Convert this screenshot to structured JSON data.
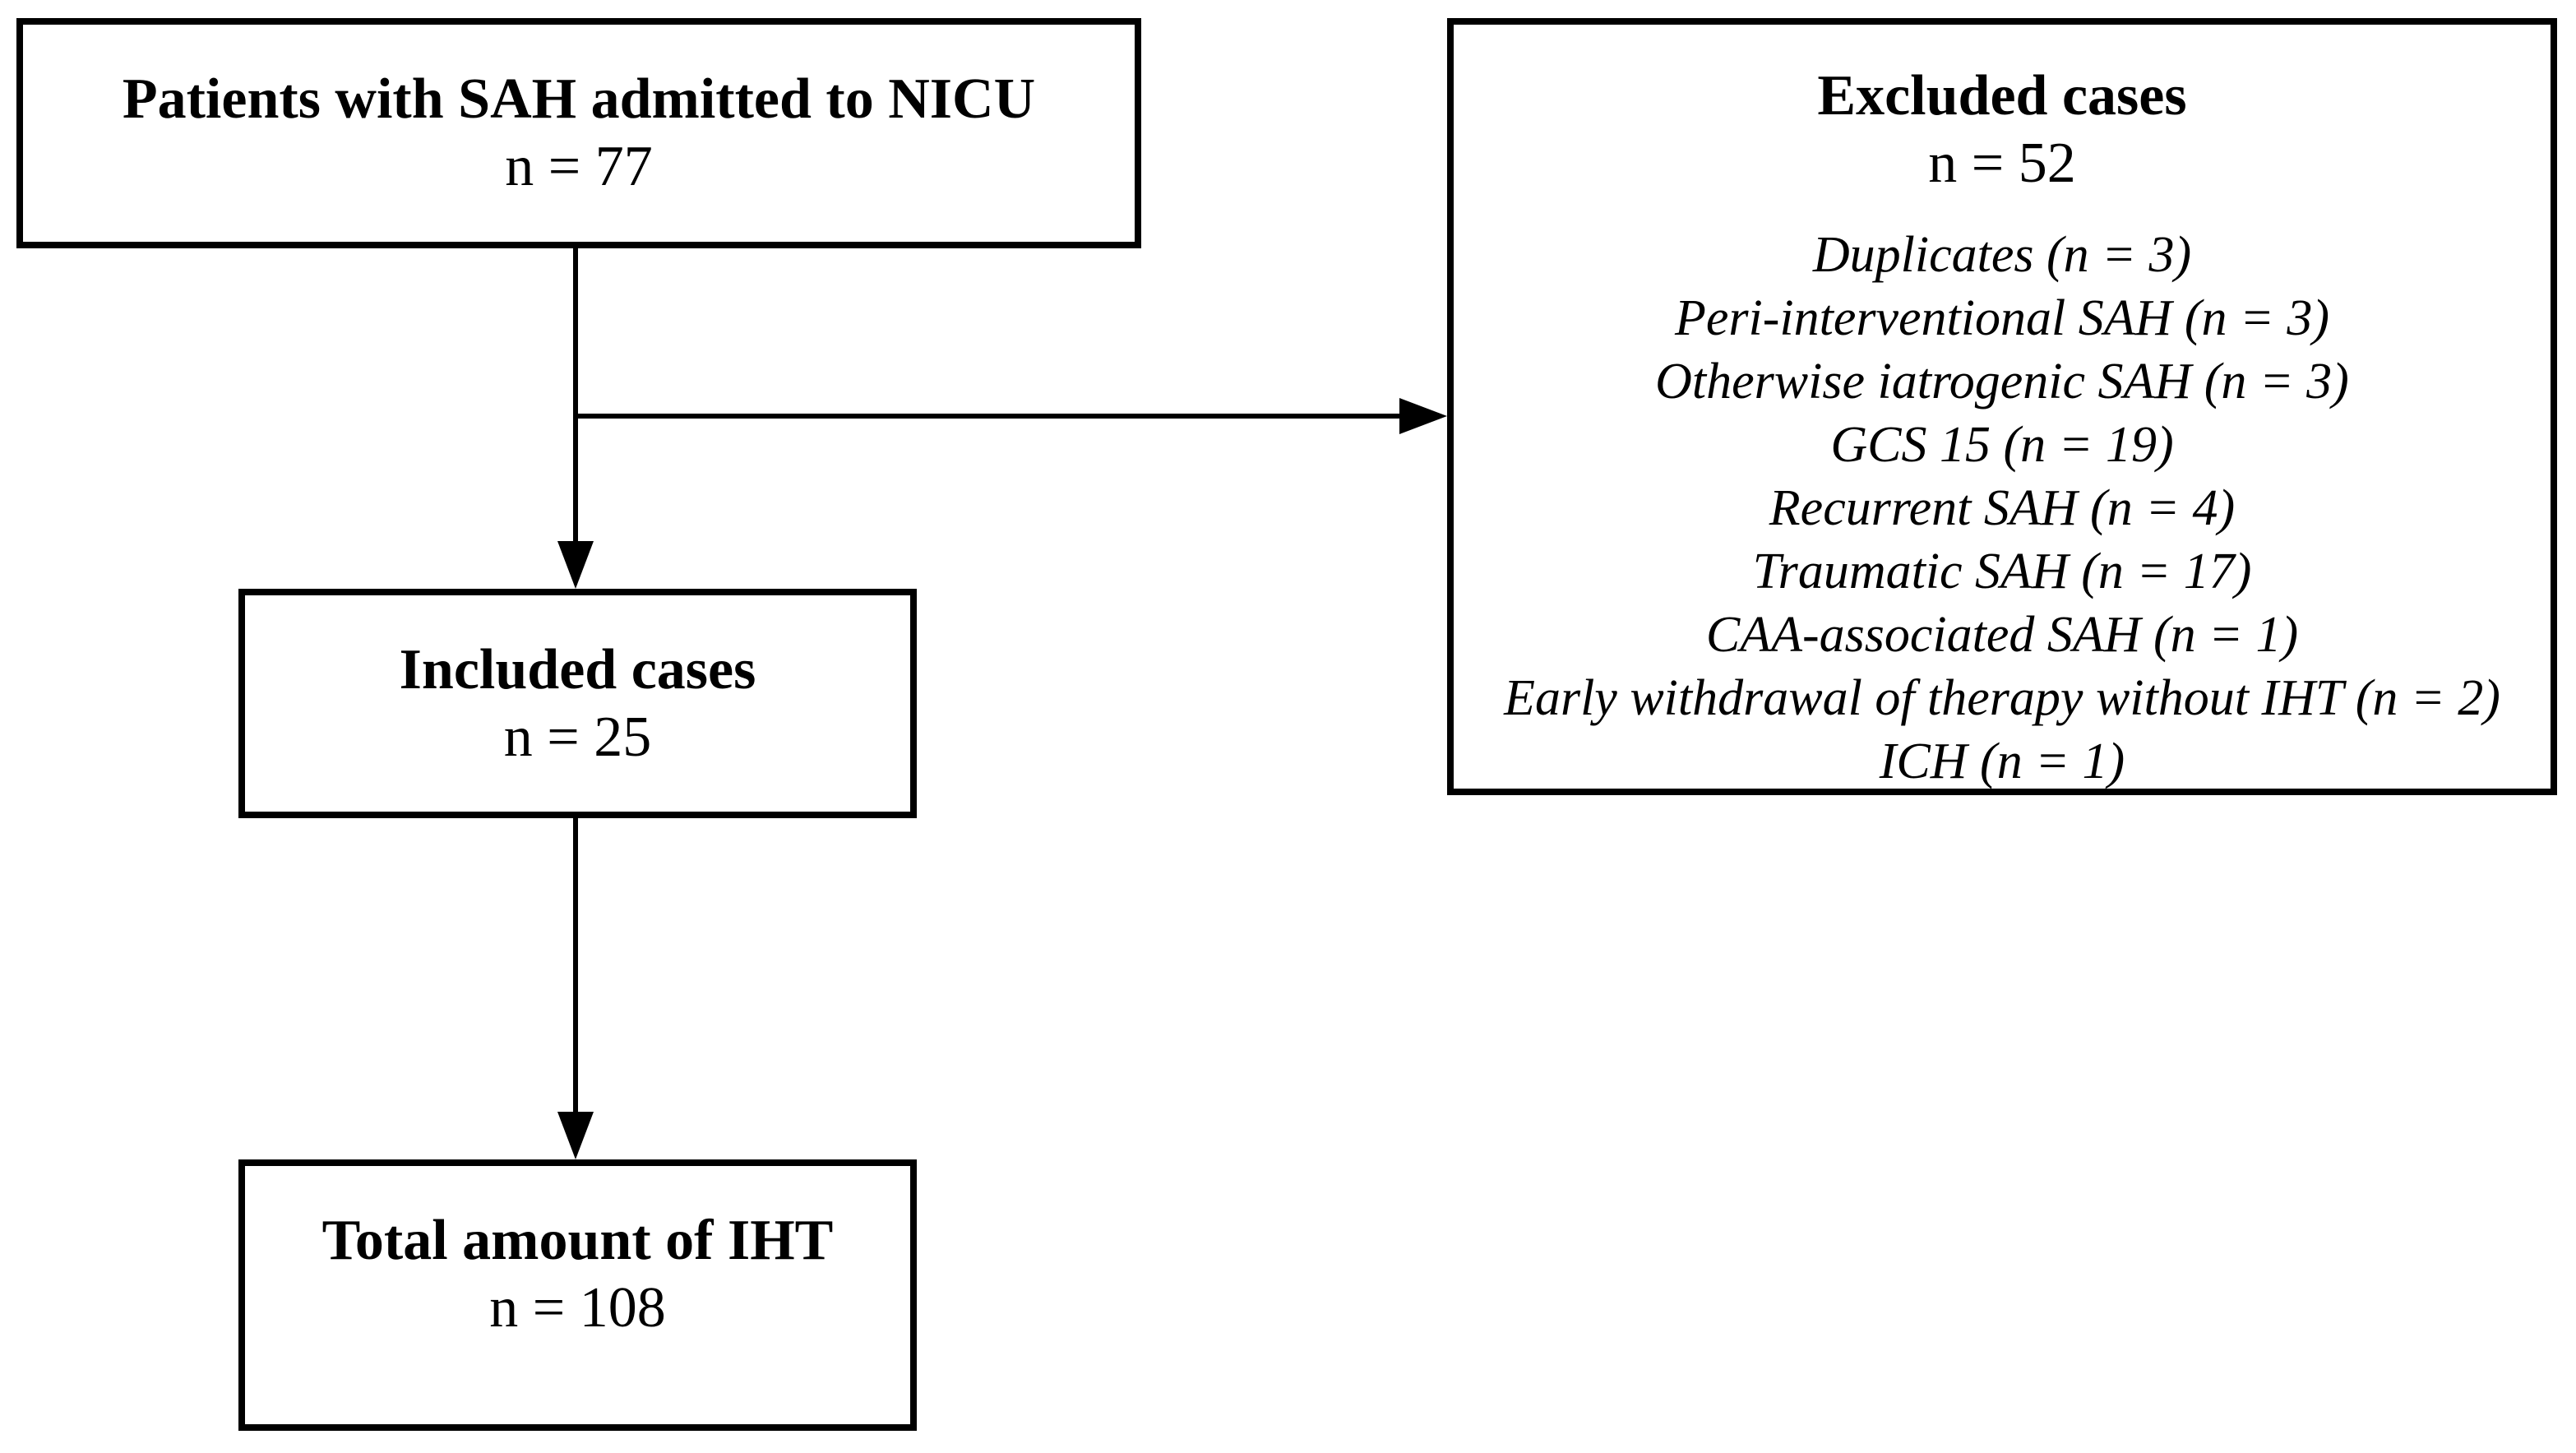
{
  "diagram": {
    "type": "patient-flow-diagram",
    "colors": {
      "background": "#ffffff",
      "line": "#000000",
      "text": "#000000"
    },
    "boxes": {
      "admitted": {
        "title": "Patients with SAH admitted to NICU",
        "count": "n = 77"
      },
      "excluded": {
        "title": "Excluded cases",
        "count": "n = 52",
        "items": [
          "Duplicates (n = 3)",
          "Peri-interventional SAH (n = 3)",
          "Otherwise iatrogenic SAH (n = 3)",
          "GCS 15 (n = 19)",
          "Recurrent SAH (n = 4)",
          "Traumatic SAH (n = 17)",
          "CAA-associated SAH (n = 1)",
          "Early withdrawal of therapy without IHT (n = 2)",
          "ICH (n = 1)"
        ]
      },
      "included": {
        "title": "Included cases",
        "count": "n = 25"
      },
      "total": {
        "title": "Total amount of IHT",
        "count": "n = 108"
      }
    }
  }
}
